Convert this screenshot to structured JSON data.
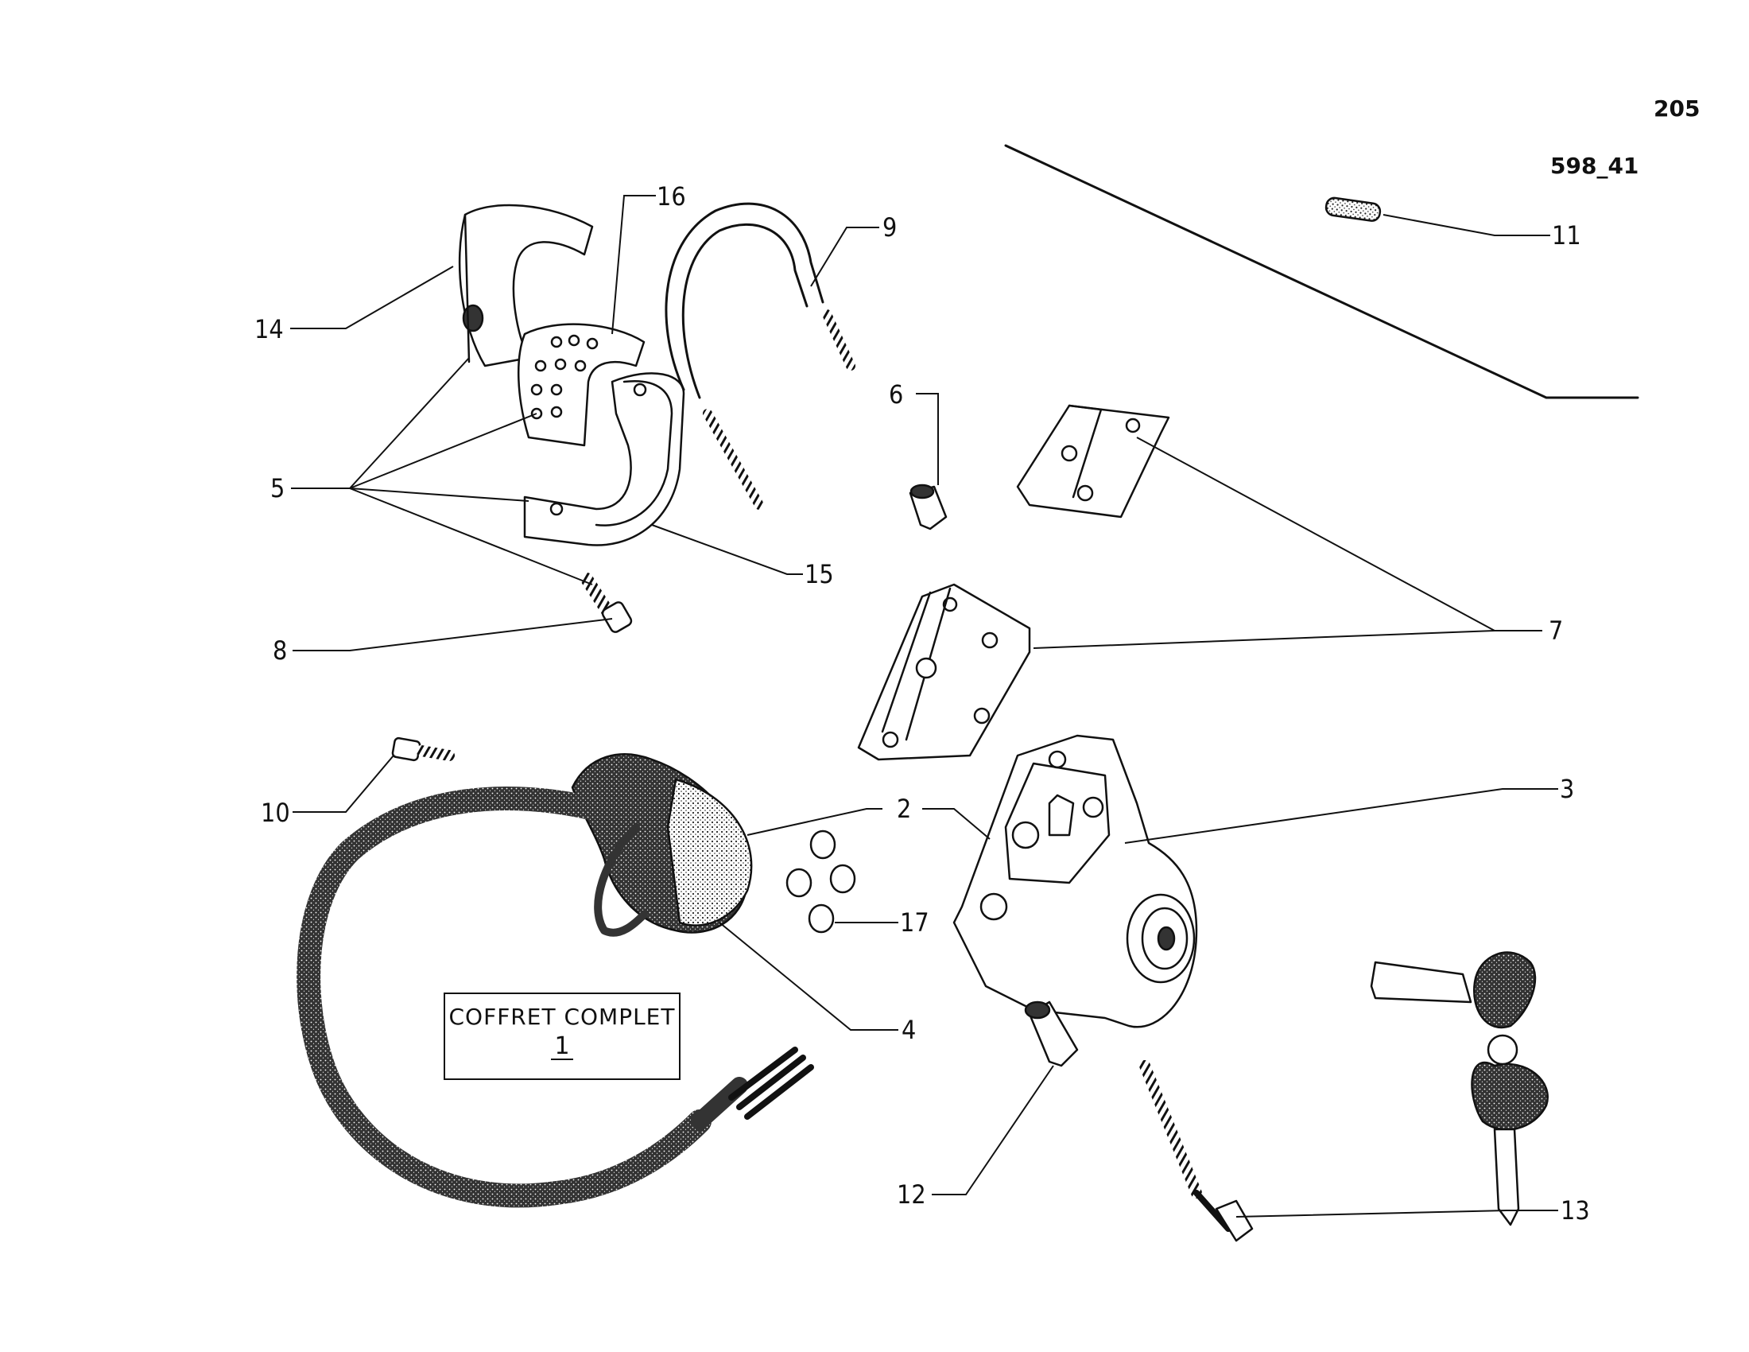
{
  "page_number": "205",
  "figure_code": "598_41",
  "box": {
    "title": "COFFRET COMPLET",
    "number": "1"
  },
  "callouts": {
    "c1": "1",
    "c2": "2",
    "c3": "3",
    "c4": "4",
    "c5": "5",
    "c6": "6",
    "c7": "7",
    "c8": "8",
    "c9": "9",
    "c10": "10",
    "c11": "11",
    "c12": "12",
    "c13": "13",
    "c14": "14",
    "c15": "15",
    "c16": "16",
    "c17": "17"
  },
  "colors": {
    "ink": "#111111",
    "paper": "#ffffff"
  }
}
